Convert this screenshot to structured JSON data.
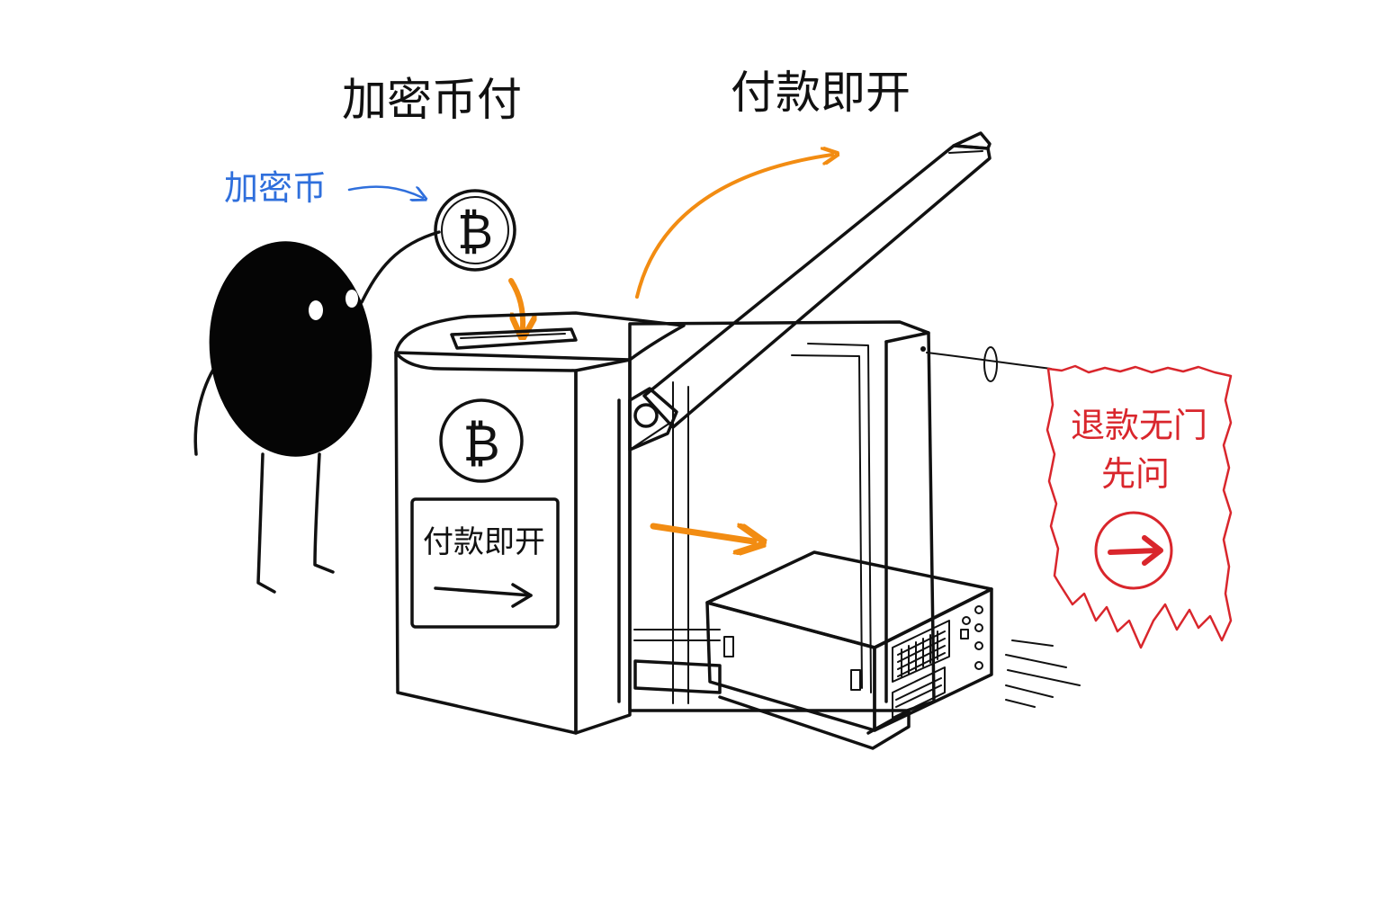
{
  "titles": {
    "left": "加密币付",
    "right": "付款即开"
  },
  "annotation": {
    "coin_label": "加密币"
  },
  "machine": {
    "panel_label": "付款即开",
    "coin_symbol": "₿"
  },
  "coin": {
    "symbol": "₿"
  },
  "sign": {
    "line1": "退款无门",
    "line2": "先问"
  },
  "colors": {
    "ink": "#111111",
    "orange": "#f28c12",
    "blue": "#2f6fdc",
    "red": "#d9262c"
  },
  "icons": {
    "coin": "bitcoin-coin-icon",
    "arrow_right": "arrow-right-icon",
    "sign_arrow": "circled-arrow-right-icon"
  }
}
